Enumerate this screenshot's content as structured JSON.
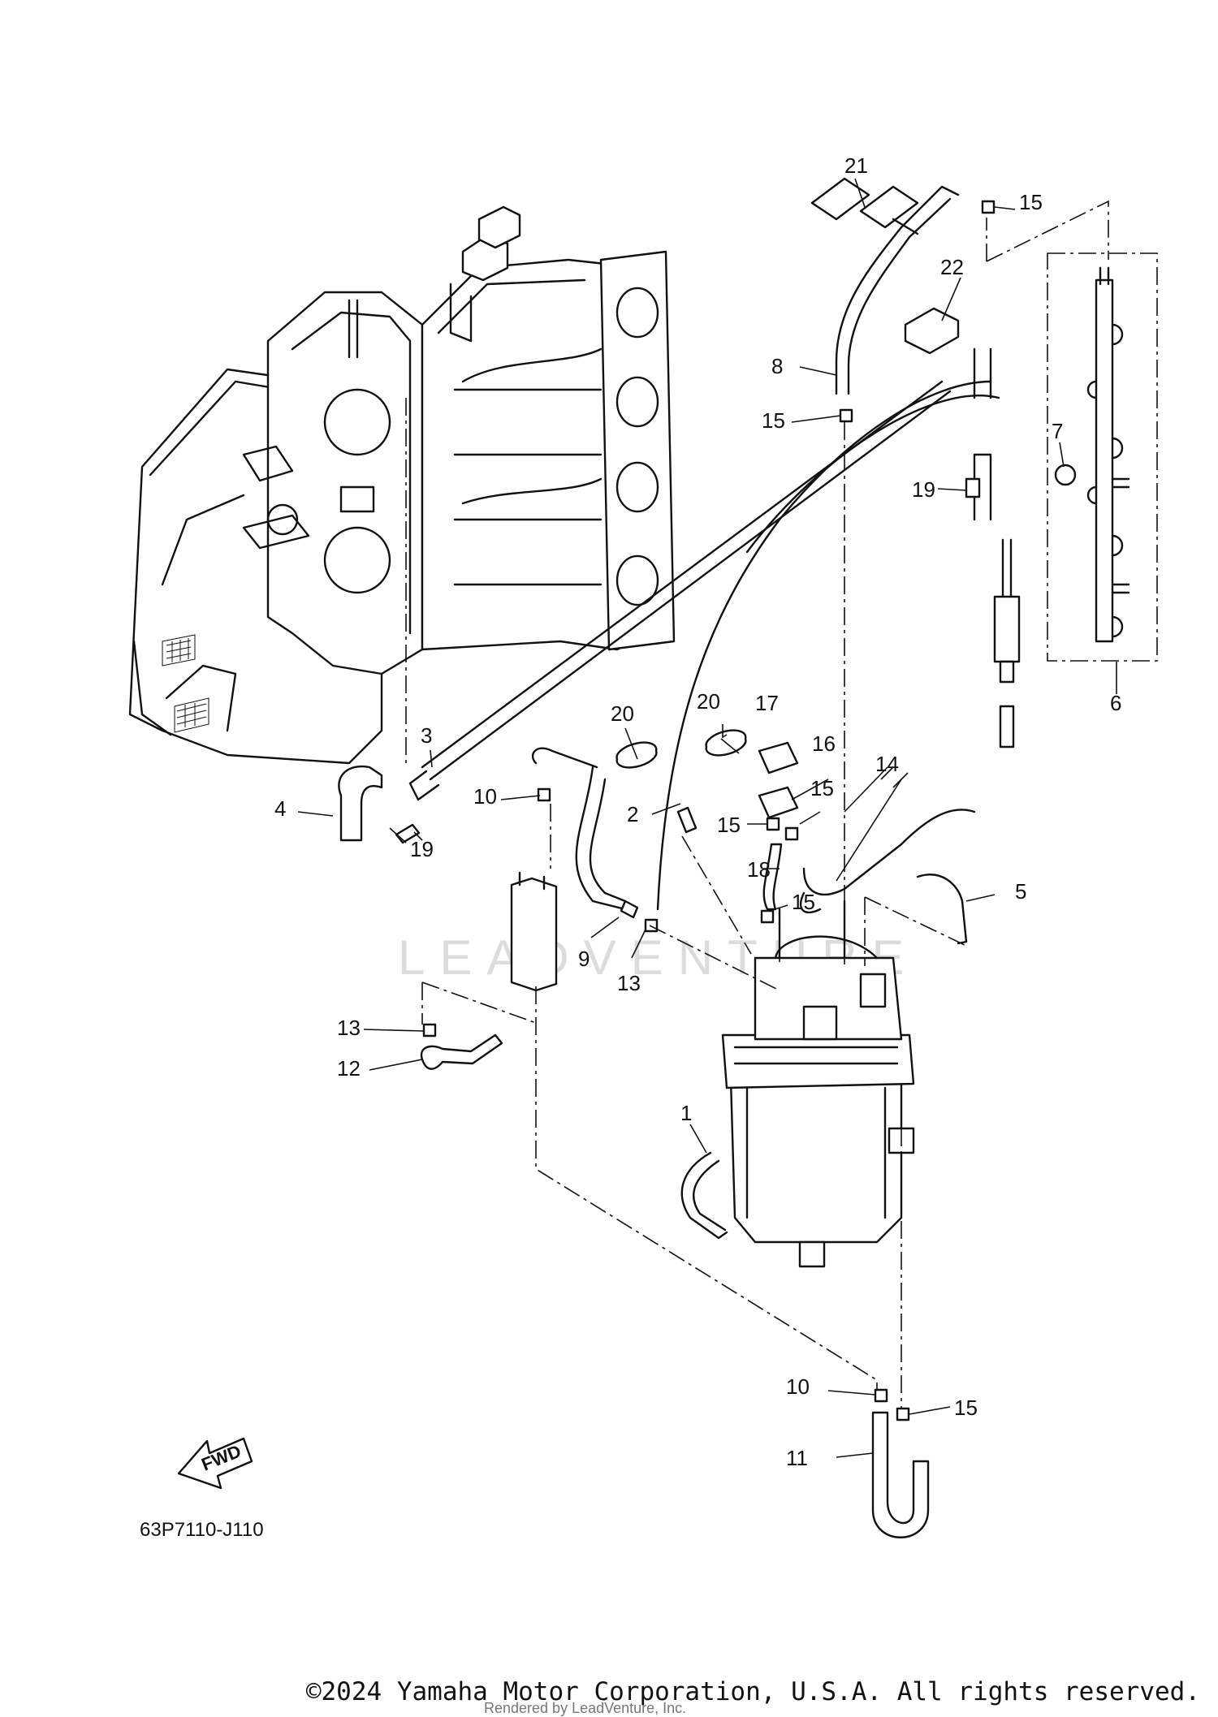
{
  "diagram": {
    "part_number": "63P7110-J110",
    "fwd_label": "FWD",
    "watermark": "LEADVENTURE",
    "callouts": [
      "1",
      "2",
      "3",
      "4",
      "5",
      "6",
      "7",
      "8",
      "9",
      "10",
      "10",
      "11",
      "12",
      "13",
      "13",
      "14",
      "15",
      "15",
      "15",
      "15",
      "15",
      "15",
      "16",
      "17",
      "18",
      "19",
      "19",
      "20",
      "20",
      "21",
      "22"
    ]
  },
  "footer": {
    "copyright": "©2024 Yamaha Motor Corporation, U.S.A. All rights reserved.",
    "rendered_by": "Rendered by LeadVenture, Inc."
  }
}
